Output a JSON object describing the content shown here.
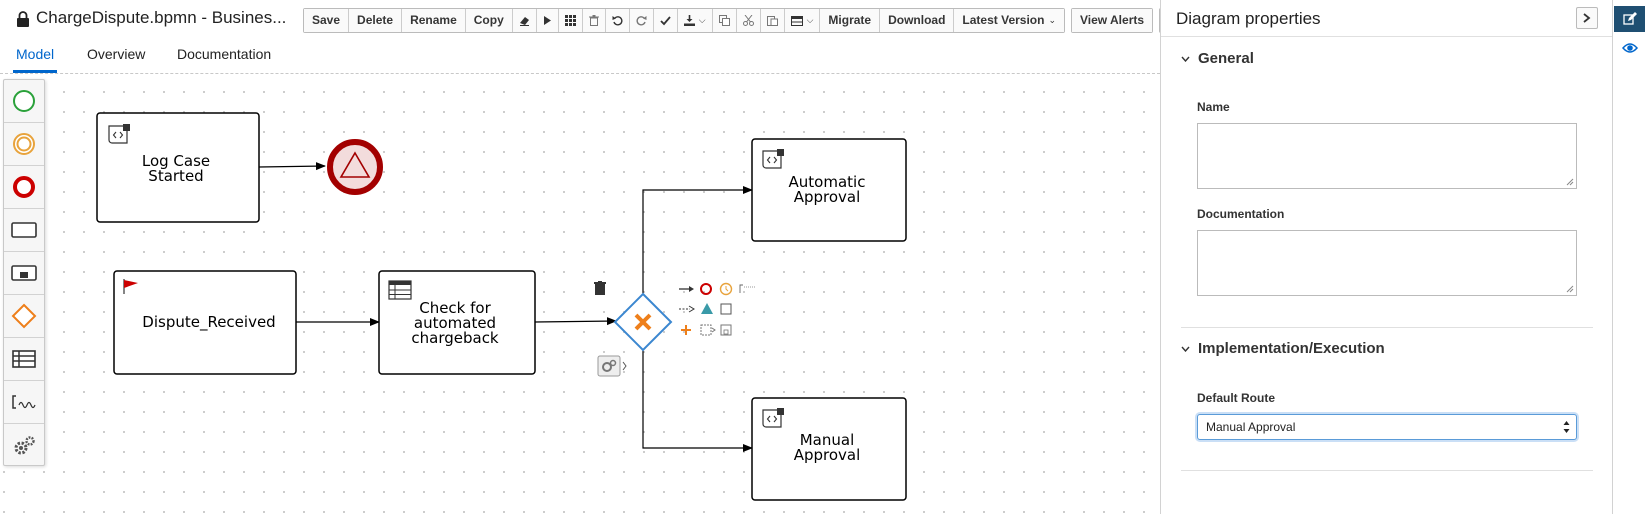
{
  "editor": {
    "file_title": "ChargeDispute.bpmn - Busines...",
    "toolbar": {
      "save": "Save",
      "delete": "Delete",
      "rename": "Rename",
      "copy": "Copy",
      "migrate": "Migrate",
      "download": "Download",
      "latest_version": "Latest Version",
      "view_alerts": "View Alerts"
    },
    "tabs": [
      {
        "label": "Model",
        "active": true
      },
      {
        "label": "Overview",
        "active": false
      },
      {
        "label": "Documentation",
        "active": false
      }
    ]
  },
  "diagram": {
    "nodes": {
      "log_case": {
        "line1": "Log Case",
        "line2": "Started"
      },
      "dispute_received": {
        "label": "Dispute_Received"
      },
      "check": {
        "line1": "Check for",
        "line2": "automated",
        "line3": "chargeback"
      },
      "automatic": {
        "line1": "Automatic",
        "line2": "Approval"
      },
      "manual": {
        "line1": "Manual",
        "line2": "Approval"
      }
    },
    "colors": {
      "end_event": "#a30000",
      "gateway_border": "#3b87d0",
      "gateway_x": "#ee7f1b",
      "flag": "#cc0000"
    }
  },
  "properties": {
    "title": "Diagram properties",
    "general": {
      "heading": "General",
      "name_label": "Name",
      "name_value": "",
      "documentation_label": "Documentation",
      "documentation_value": ""
    },
    "implementation": {
      "heading": "Implementation/Execution",
      "default_route_label": "Default Route",
      "default_route_value": "Manual Approval"
    }
  }
}
